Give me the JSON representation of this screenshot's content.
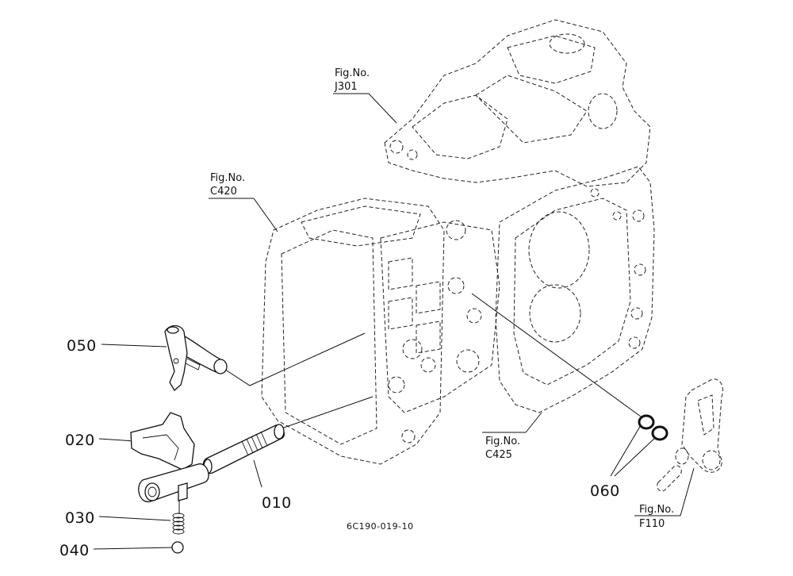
{
  "parts": [
    {
      "id": "p010",
      "number": "010"
    },
    {
      "id": "p020",
      "number": "020"
    },
    {
      "id": "p030",
      "number": "030"
    },
    {
      "id": "p040",
      "number": "040"
    },
    {
      "id": "p050",
      "number": "050"
    },
    {
      "id": "p060",
      "number": "060"
    }
  ],
  "figure_refs": [
    {
      "id": "j301",
      "label": "Fig.No.",
      "number": "J301"
    },
    {
      "id": "c420",
      "label": "Fig.No.",
      "number": "C420"
    },
    {
      "id": "c425",
      "label": "Fig.No.",
      "number": "C425"
    },
    {
      "id": "f110",
      "label": "Fig.No.",
      "number": "F110"
    }
  ],
  "drawing_code": "6C190-019-10"
}
